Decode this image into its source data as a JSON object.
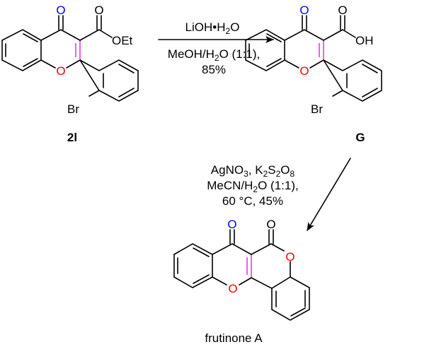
{
  "colors": {
    "ketone_oxygen": "#0000ff",
    "ring_oxygen": "#ff0000",
    "highlight_bond": "#e040e0",
    "bond": "#000000"
  },
  "compound_2l": {
    "label": "2l",
    "carbonyl_o": "O",
    "ring_o": "O",
    "ester": "OEt",
    "halogen": "Br"
  },
  "compound_G": {
    "label": "G",
    "carbonyl_o": "O",
    "ring_o": "O",
    "acid_o": "O",
    "acid_oh": "OH",
    "halogen": "Br"
  },
  "product": {
    "label": "frutinone A",
    "carbonyl_o": "O",
    "lactone_o": "O",
    "ring_o": "O",
    "lactone_ring_o": "O"
  },
  "step1": {
    "reagent_line1": [
      "LiOH•H",
      "2",
      "O"
    ],
    "reagent_line2": [
      "MeOH/H",
      "2",
      "O (1:1),"
    ],
    "yield": "85%"
  },
  "step2": {
    "reagent_line1": [
      "AgNO",
      "3",
      ", K",
      "2",
      "S",
      "2",
      "O",
      "8"
    ],
    "reagent_line2": [
      "MeCN/H",
      "2",
      "O (1:1),"
    ],
    "conditions": "60 °C, 45%"
  }
}
